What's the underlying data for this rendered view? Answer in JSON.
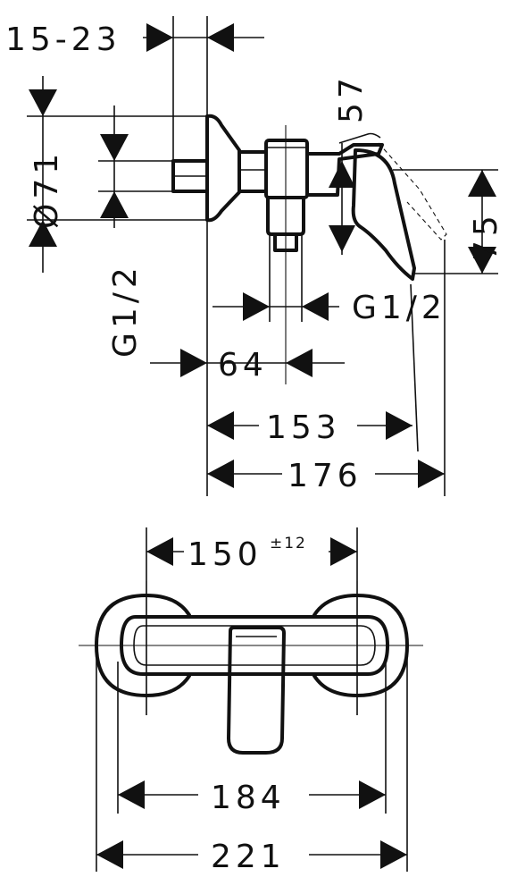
{
  "dimensions": {
    "wall_depth": "15-23",
    "diameter": "Ø71",
    "thread_left": "G1/2",
    "height_57": "57",
    "height_75": "75",
    "thread_right": "G1/2",
    "depth_64": "64",
    "length_153": "153",
    "length_176": "176",
    "centers": "150",
    "centers_tolerance": "±12",
    "width_184": "184",
    "width_221": "221"
  }
}
